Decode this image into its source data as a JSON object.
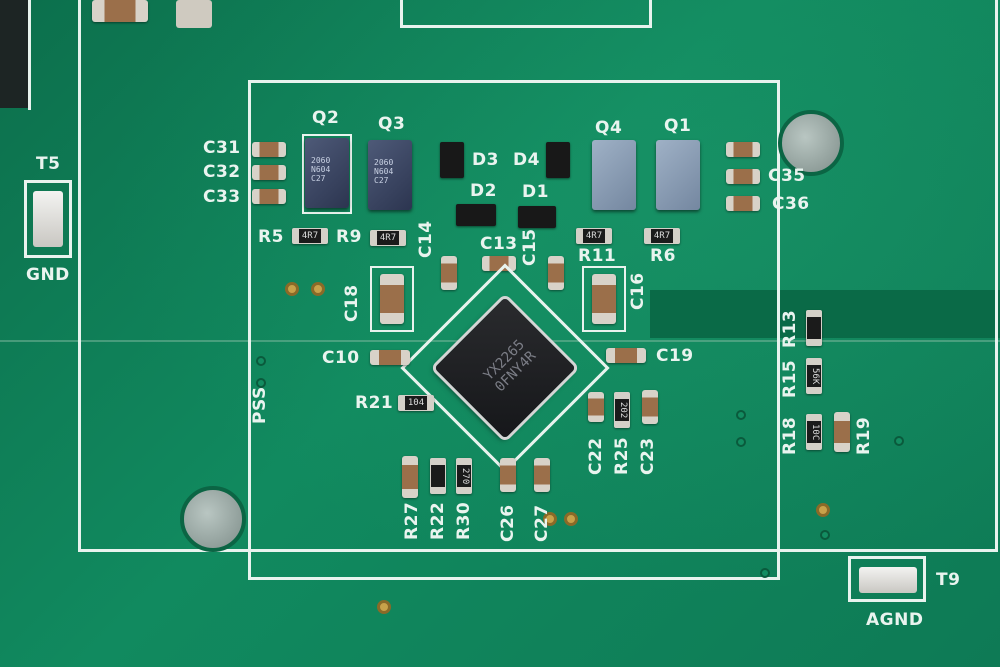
{
  "labels": {
    "C31": "C31",
    "C32": "C32",
    "C33": "C33",
    "Q2": "Q2",
    "Q3": "Q3",
    "Q4": "Q4",
    "Q1": "Q1",
    "D3": "D3",
    "D4": "D4",
    "D2": "D2",
    "D1": "D1",
    "C35": "C35",
    "C36": "C36",
    "R5": "R5",
    "R9": "R9",
    "C14": "C14",
    "C13": "C13",
    "C15": "C15",
    "R11": "R11",
    "R6": "R6",
    "C18": "C18",
    "C16": "C16",
    "C10": "C10",
    "C19": "C19",
    "R21": "R21",
    "PSS": "PSS",
    "R13": "R13",
    "R15": "R15",
    "R18": "R18",
    "R19": "R19",
    "C22": "C22",
    "R25": "R25",
    "C23": "C23",
    "R27": "R27",
    "R22": "R22",
    "R30": "R30",
    "C26": "C26",
    "C27": "C27",
    "T5": "T5",
    "GND": "GND",
    "T9": "T9",
    "AGND": "AGND"
  },
  "markings": {
    "r_4r7": "4R7",
    "r_104": "104",
    "r_202": "202",
    "r_56k": "56K",
    "r_10c": "10C",
    "r_270": "270",
    "chip_line1": "YX2265",
    "chip_line2": "0FNY4R"
  }
}
